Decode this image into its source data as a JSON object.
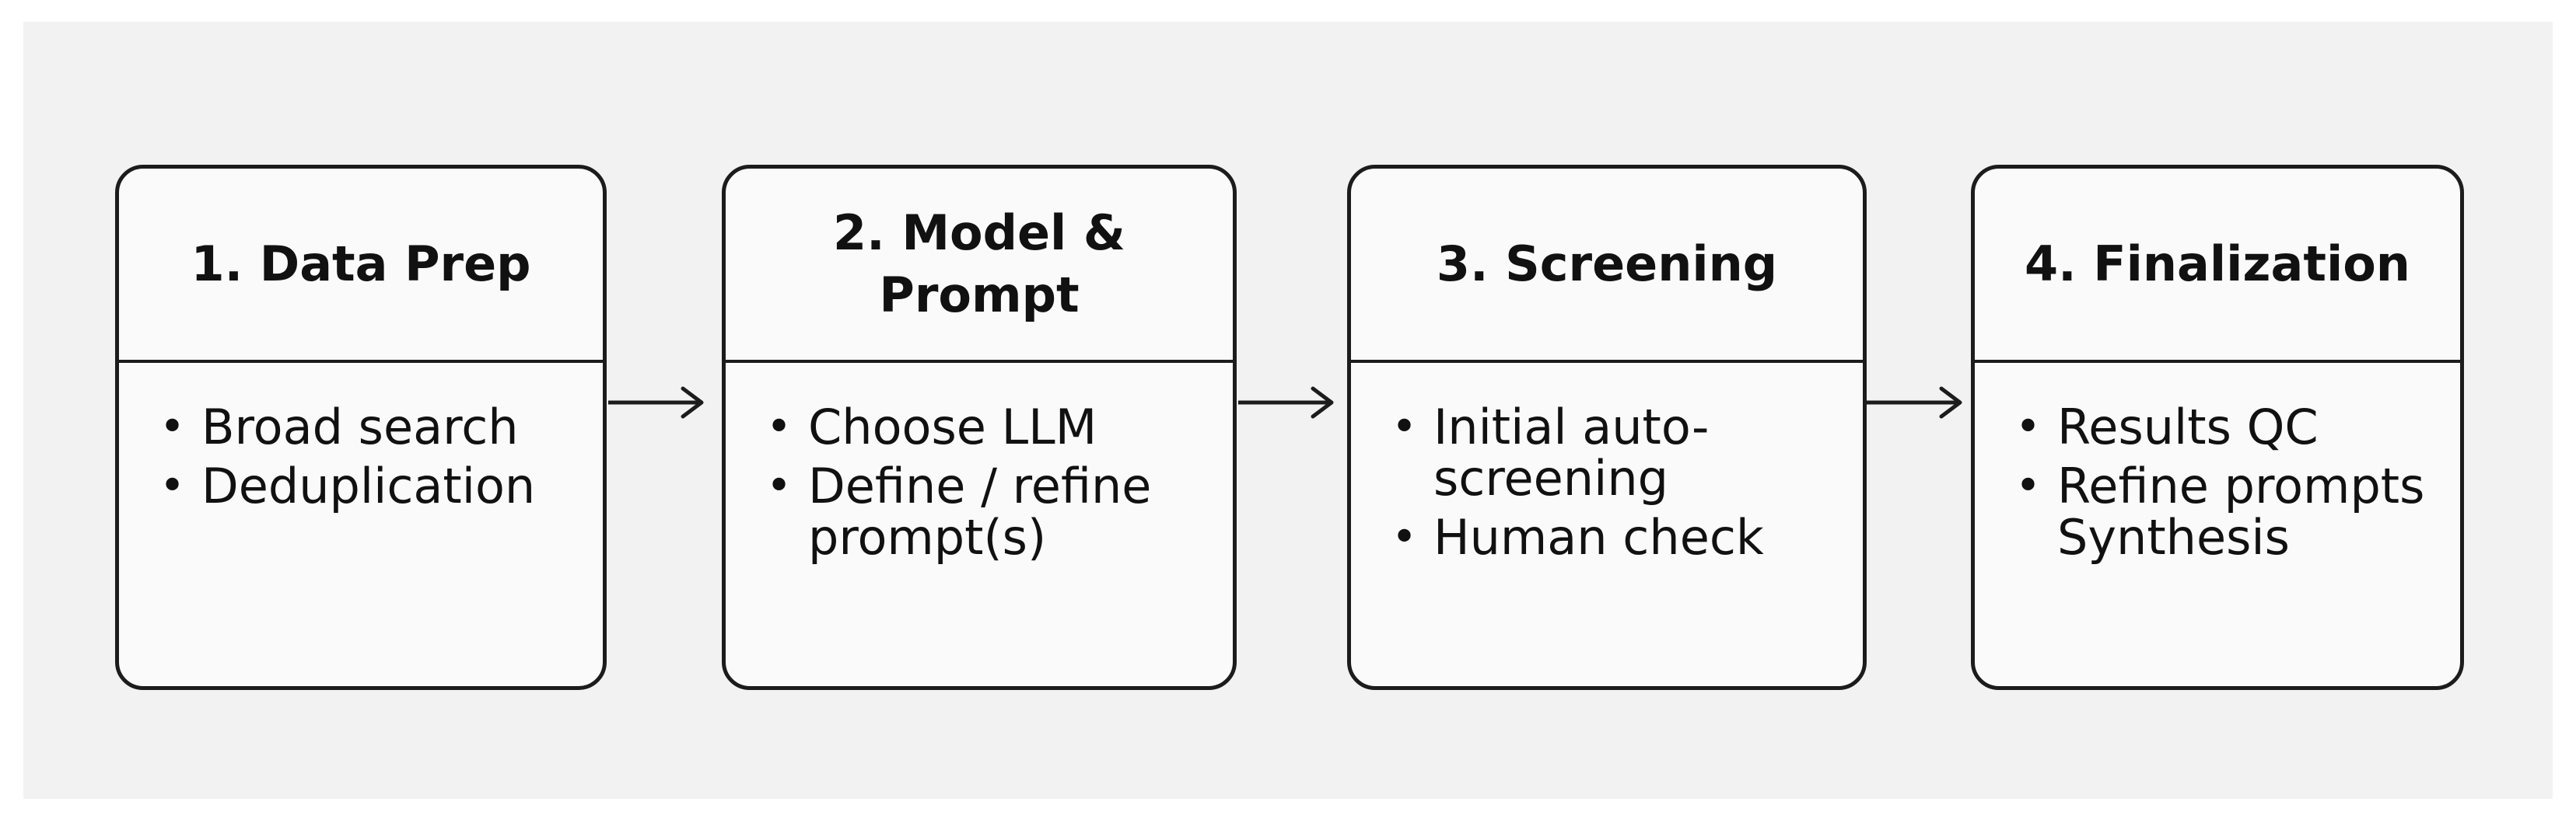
{
  "steps": [
    {
      "title": "1. Data Prep",
      "items": [
        "Broad search",
        "Deduplication"
      ]
    },
    {
      "title": "2. Model &\nPrompt",
      "items": [
        "Choose LLM",
        "Define / refine\nprompt(s)"
      ]
    },
    {
      "title": "3. Screening",
      "items": [
        "Initial auto-\nscreening",
        "Human check"
      ]
    },
    {
      "title": "4. Finalization",
      "items": [
        "Results QC",
        "Refine prompts"
      ],
      "continuation": "Synthesis"
    }
  ]
}
